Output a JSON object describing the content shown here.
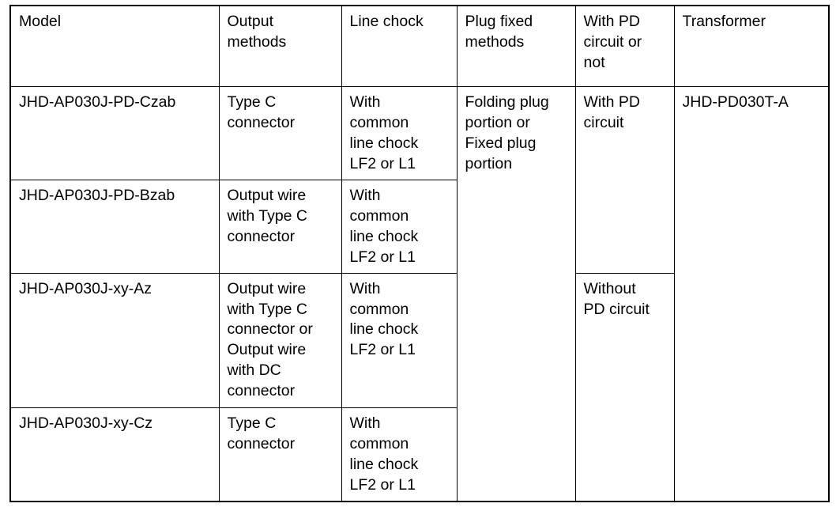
{
  "table": {
    "name": "model-specification-table",
    "columns": [
      {
        "key": "model",
        "label": "Model"
      },
      {
        "key": "output",
        "label": "Output\nmethods"
      },
      {
        "key": "chock",
        "label": "Line chock"
      },
      {
        "key": "plug",
        "label": "Plug fixed\nmethods"
      },
      {
        "key": "pd",
        "label": "With PD\ncircuit or\nnot"
      },
      {
        "key": "xfmr",
        "label": "Transformer"
      }
    ],
    "rows": [
      {
        "model": "JHD-AP030J-PD-Czab",
        "output": "Type C\nconnector",
        "chock": "With\ncommon\nline chock\nLF2 or L1",
        "plug": "Folding plug\nportion or\nFixed plug\nportion",
        "pd": "With PD\ncircuit",
        "xfmr": "JHD-PD030T-A"
      },
      {
        "model": "JHD-AP030J-PD-Bzab",
        "output": "Output wire\nwith Type C\nconnector",
        "chock": "With\ncommon\nline chock\nLF2 or L1"
      },
      {
        "model": "JHD-AP030J-xy-Az",
        "output": "Output wire\nwith Type C\nconnector or\nOutput wire\nwith DC\nconnector",
        "chock": "With\ncommon\nline chock\nLF2 or L1",
        "pd": "Without\nPD circuit"
      },
      {
        "model": "JHD-AP030J-xy-Cz",
        "output": "Type C\nconnector",
        "chock": "With\ncommon\nline chock\nLF2 or L1"
      }
    ]
  },
  "colors": {
    "border": "#000000",
    "text": "#000000",
    "background": "#ffffff"
  }
}
